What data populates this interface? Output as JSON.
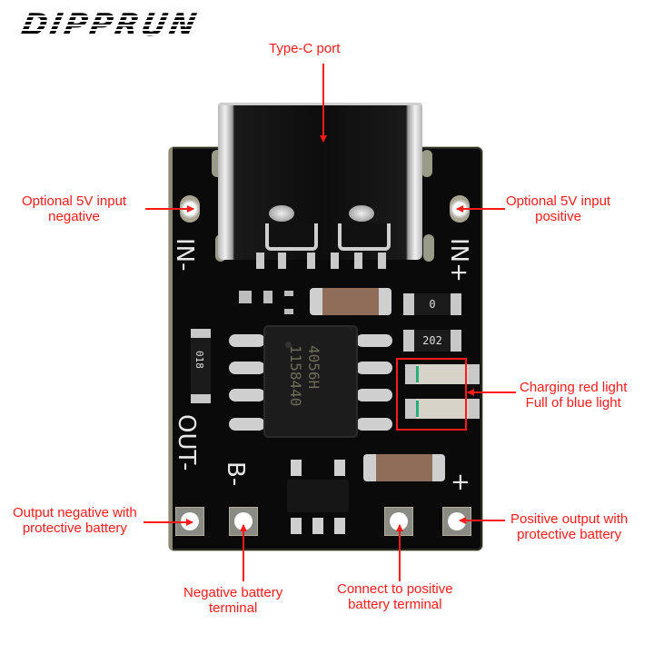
{
  "brand": {
    "logo_text": "DIPPRUN"
  },
  "annotation_color": "#ff1a1a",
  "callouts": {
    "type_c": {
      "line1": "Type-C port"
    },
    "in_neg": {
      "line1": "Optional 5V input",
      "line2": "negative"
    },
    "in_pos": {
      "line1": "Optional 5V input",
      "line2": "positive"
    },
    "leds": {
      "line1": "Charging red light",
      "line2": "Full of blue light"
    },
    "out_neg": {
      "line1": "Output negative with",
      "line2": "protective battery"
    },
    "out_pos": {
      "line1": "Positive output with",
      "line2": "protective battery"
    },
    "bat_neg": {
      "line1": "Negative battery",
      "line2": "terminal"
    },
    "bat_pos": {
      "line1": "Connect to positive",
      "line2": "battery terminal"
    }
  },
  "silkscreen": {
    "in_neg": "IN-",
    "in_pos": "IN+",
    "out_neg": "OUT-",
    "b_neg": "B-",
    "plus": "+"
  },
  "components": {
    "ic_marking_line1": "4056H",
    "ic_marking_line2": "1158440",
    "resistor_top": "0",
    "resistor_mid": "202",
    "resistor_left": "018"
  }
}
